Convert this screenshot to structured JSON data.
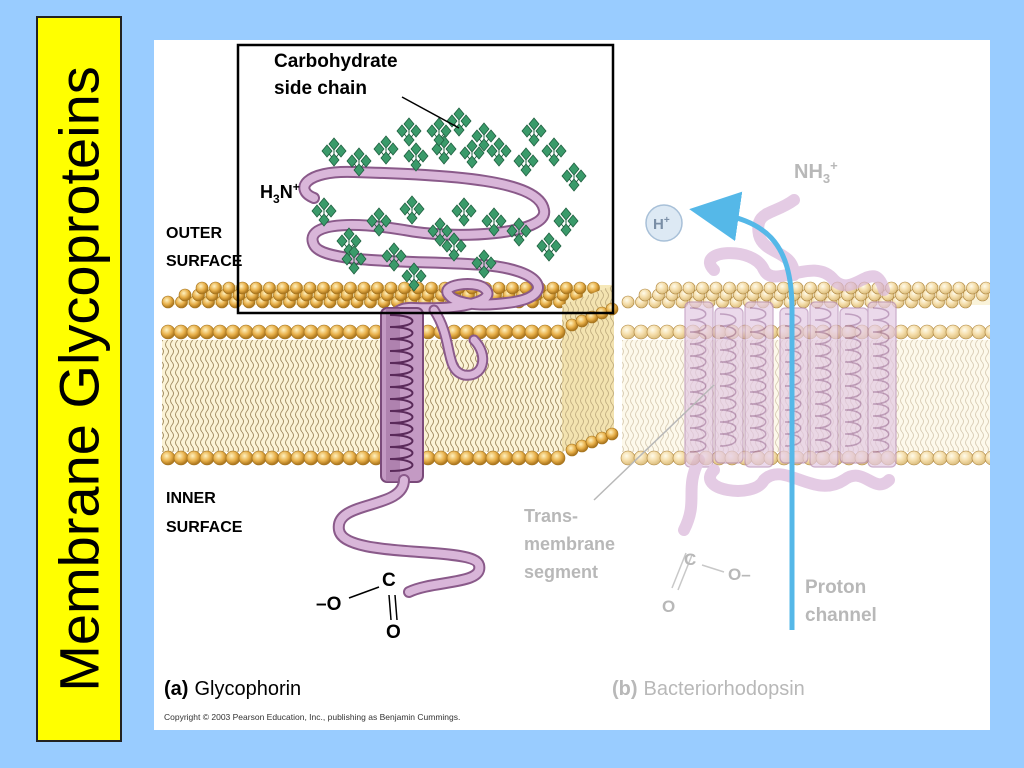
{
  "title": "Membrane Glycoproteins",
  "figure": {
    "carbohydrate_label_line1": "Carbohydrate",
    "carbohydrate_label_line2": "side chain",
    "amino_terminus": "H",
    "amino_sub": "3",
    "amino_N": "N",
    "amino_plus": "+",
    "outer_surface_line1": "OUTER",
    "outer_surface_line2": "SURFACE",
    "inner_surface_line1": "INNER",
    "inner_surface_line2": "SURFACE",
    "carboxyl_O_minus": "–O",
    "carboxyl_C": "C",
    "carboxyl_O": "O",
    "panel_a_letter": "(a)",
    "panel_a_name": "Glycophorin",
    "panel_b_letter": "(b)",
    "panel_b_name": "Bacteriorhodopsin",
    "nh3_label": "NH",
    "nh3_sub": "3",
    "nh3_plus": "+",
    "h_plus": "H",
    "h_plus_sup": "+",
    "transmembrane_line1": "Trans-",
    "transmembrane_line2": "membrane",
    "transmembrane_line3": "segment",
    "proton_channel_line1": "Proton",
    "proton_channel_line2": "channel",
    "b_carboxyl_C": "C",
    "b_carboxyl_O_minus": "O–",
    "b_carboxyl_O": "O",
    "copyright": "Copyright © 2003 Pearson Education, Inc., publishing as Benjamin Cummings."
  },
  "colors": {
    "background": "#99ccff",
    "title_box": "#ffff00",
    "lipid_head": "#e8b04a",
    "protein": "#c89cc8",
    "carbohydrate": "#3a9a6a",
    "proton_arrow": "#55b8e8"
  }
}
